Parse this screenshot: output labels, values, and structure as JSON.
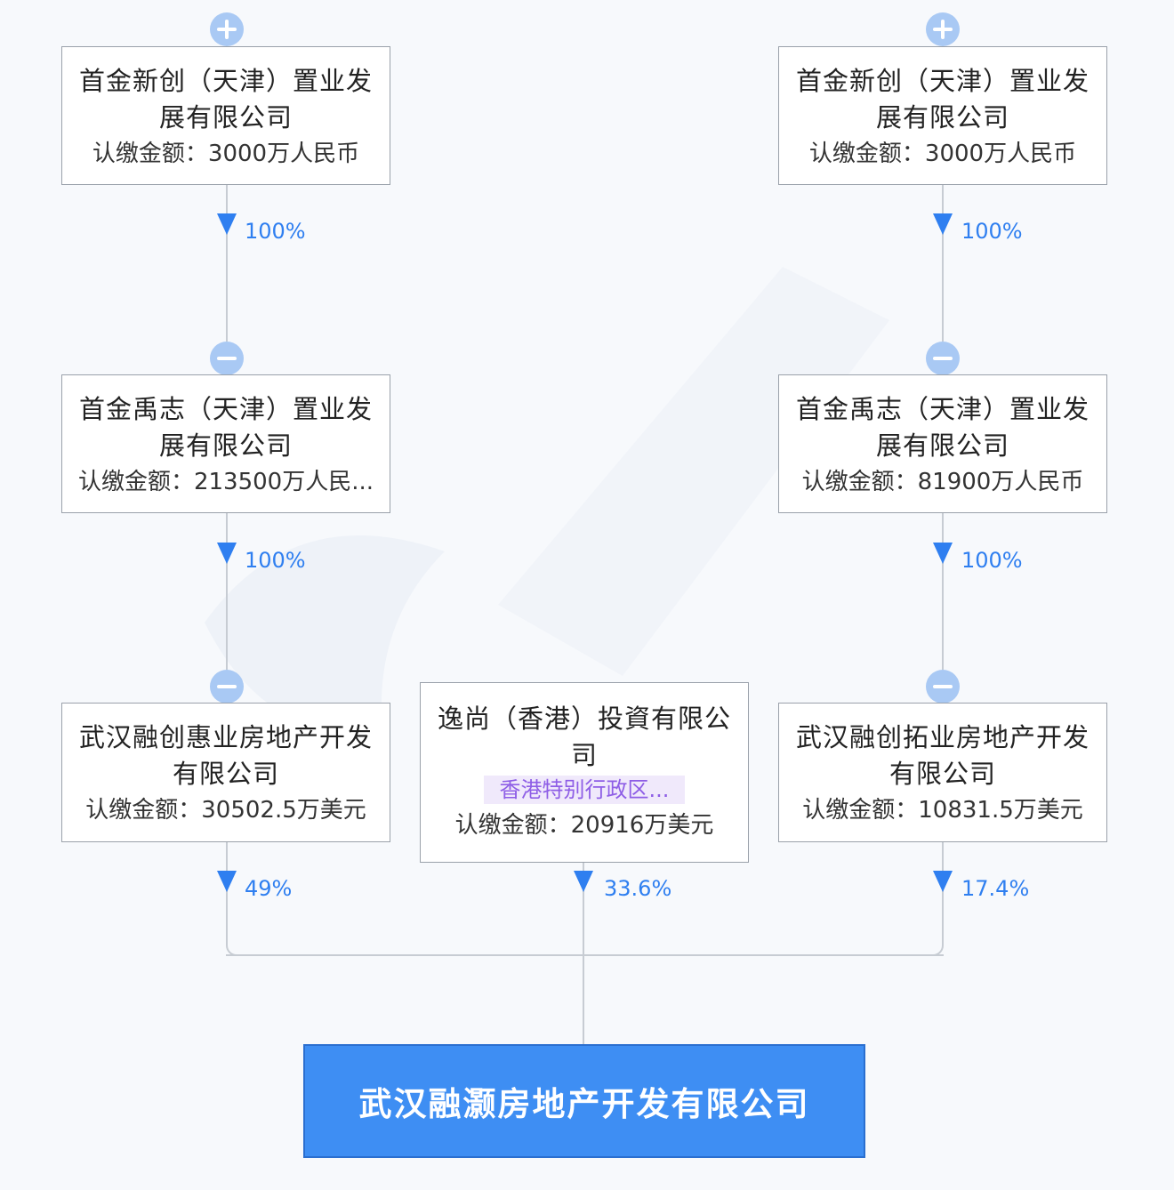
{
  "nodes": {
    "top_left": {
      "name": "首金新创（天津）置业发展有限公司",
      "amount": "认缴金额：3000万人民币"
    },
    "top_right": {
      "name": "首金新创（天津）置业发展有限公司",
      "amount": "认缴金额：3000万人民币"
    },
    "mid_left": {
      "name": "首金禹志（天津）置业发展有限公司",
      "amount": "认缴金额：213500万人民..."
    },
    "mid_right": {
      "name": "首金禹志（天津）置业发展有限公司",
      "amount": "认缴金额：81900万人民币"
    },
    "bottom_left": {
      "name": "武汉融创惠业房地产开发有限公司",
      "amount": "认缴金额：30502.5万美元"
    },
    "bottom_center": {
      "name": "逸尚（香港）投資有限公司",
      "region": "香港特别行政区...",
      "amount": "认缴金额：20916万美元"
    },
    "bottom_right": {
      "name": "武汉融创拓业房地产开发有限公司",
      "amount": "认缴金额：10831.5万美元"
    }
  },
  "target": {
    "name": "武汉融灏房地产开发有限公司"
  },
  "percentages": {
    "left_top": "100%",
    "right_top": "100%",
    "left_mid": "100%",
    "right_mid": "100%",
    "left_bottom": "49%",
    "center_bottom": "33.6%",
    "right_bottom": "17.4%"
  },
  "colors": {
    "accent": "#2f7ff0",
    "target_fill": "#3e8ef3",
    "toggle": "#a9c9f4",
    "region_text": "#8e5ee6"
  }
}
